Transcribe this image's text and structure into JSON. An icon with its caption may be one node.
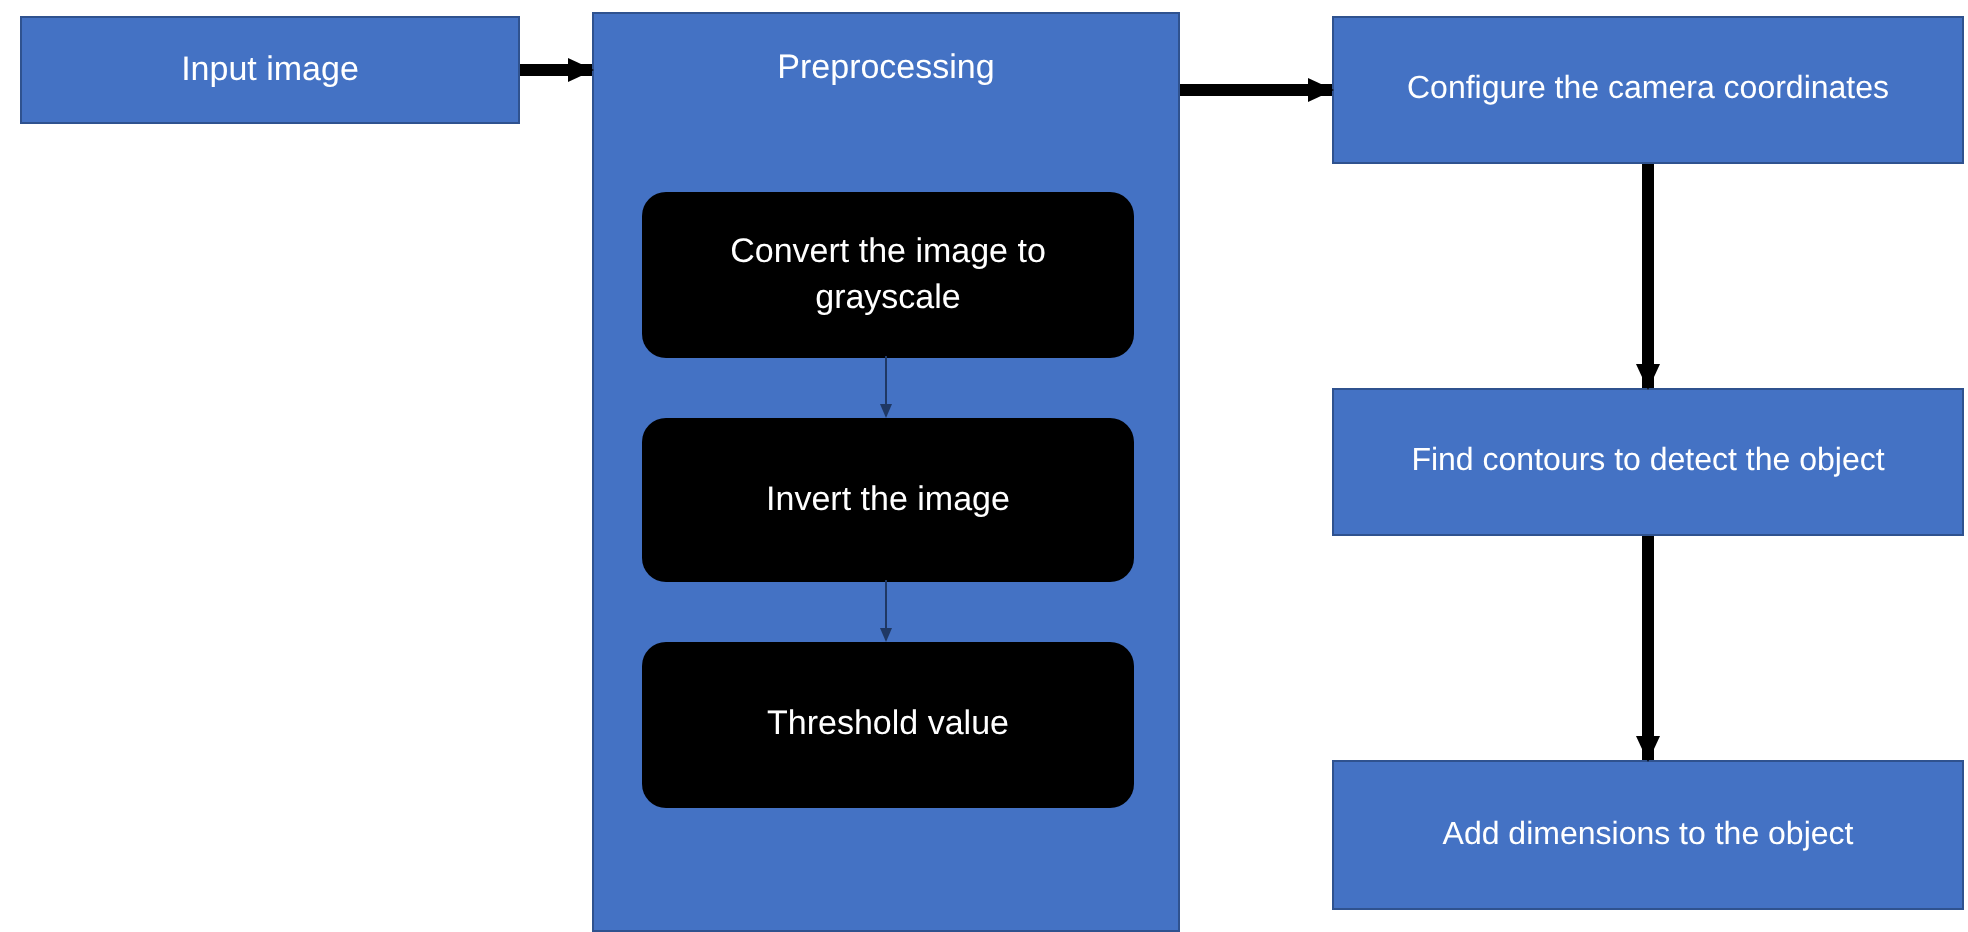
{
  "diagram": {
    "nodes": [
      {
        "text": [
          "Input image"
        ]
      },
      {
        "text": [
          "Preprocessing"
        ]
      },
      {
        "text": [
          "Convert the image to grayscale"
        ],
        "in": 1
      },
      {
        "text": [
          "Invert the image"
        ],
        "in": 1
      },
      {
        "text": [
          "Threshold value"
        ],
        "in": 1
      },
      {
        "text": [
          "Configure the camera coordinates"
        ]
      },
      {
        "text": [
          "Find contours to detect the object"
        ]
      },
      {
        "text": [
          "Add dimensions to the object"
        ]
      }
    ],
    "edges": [
      {
        "from": 0,
        "to": 1,
        "arrow": "to"
      },
      {
        "from": 2,
        "to": 3,
        "arrow": "to",
        "color": "#1f3864"
      },
      {
        "from": 3,
        "to": 4,
        "arrow": "to",
        "color": "#1f3864"
      },
      {
        "from": 1,
        "to": 5,
        "arrow": "to"
      },
      {
        "from": 5,
        "to": 6,
        "arrow": "to"
      },
      {
        "from": 6,
        "to": 7,
        "arrow": "to"
      }
    ]
  }
}
